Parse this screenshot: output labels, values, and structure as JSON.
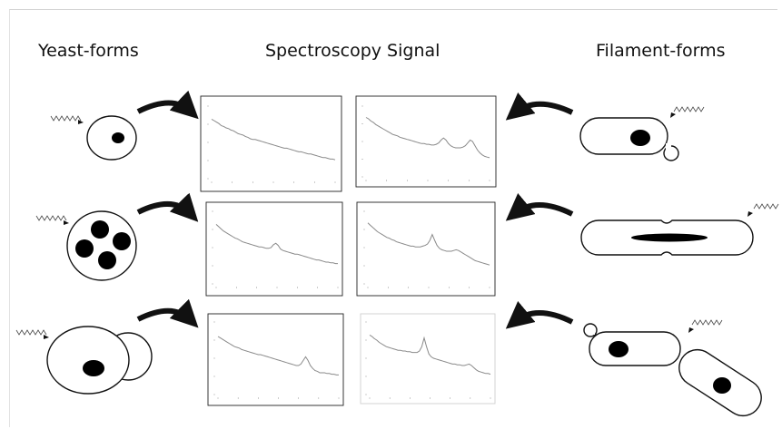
{
  "headings": {
    "yeast": "Yeast-forms",
    "spectroscopy": "Spectroscopy Signal",
    "filament": "Filament-forms"
  },
  "colors": {
    "ink": "#111111",
    "signal": "#8a8a8a",
    "frame": "#d4d4d4"
  },
  "icons": [
    "light-wave-icon",
    "curved-arrow-icon"
  ],
  "rows": [
    {
      "yeast_cell": "round-cell-with-single-nucleus",
      "filament_cell": "hyphal-cell-with-bud-and-nucleus",
      "spectrum_left": [
        0.82,
        0.8,
        0.78,
        0.76,
        0.73,
        0.72,
        0.7,
        0.69,
        0.67,
        0.66,
        0.64,
        0.62,
        0.61,
        0.6,
        0.58,
        0.57,
        0.55,
        0.54,
        0.54,
        0.53,
        0.52,
        0.51,
        0.5,
        0.49,
        0.48,
        0.47,
        0.46,
        0.45,
        0.44,
        0.43,
        0.42,
        0.42,
        0.41,
        0.4,
        0.39,
        0.38,
        0.37,
        0.37,
        0.36,
        0.35,
        0.34,
        0.34,
        0.33,
        0.32,
        0.31,
        0.3,
        0.29,
        0.29,
        0.28,
        0.27,
        0.27,
        0.26
      ],
      "spectrum_right": [
        0.84,
        0.82,
        0.79,
        0.77,
        0.74,
        0.72,
        0.7,
        0.68,
        0.66,
        0.64,
        0.62,
        0.6,
        0.59,
        0.58,
        0.56,
        0.55,
        0.54,
        0.53,
        0.52,
        0.51,
        0.5,
        0.49,
        0.48,
        0.47,
        0.47,
        0.46,
        0.46,
        0.45,
        0.45,
        0.46,
        0.48,
        0.52,
        0.55,
        0.52,
        0.47,
        0.44,
        0.42,
        0.41,
        0.41,
        0.41,
        0.42,
        0.44,
        0.48,
        0.52,
        0.5,
        0.44,
        0.38,
        0.34,
        0.31,
        0.29,
        0.28,
        0.27
      ]
    },
    {
      "yeast_cell": "round-cell-with-four-nuclei",
      "filament_cell": "elongated-cell-with-septum-and-long-nucleus",
      "spectrum_left": [
        0.82,
        0.79,
        0.76,
        0.73,
        0.71,
        0.69,
        0.67,
        0.65,
        0.63,
        0.62,
        0.6,
        0.58,
        0.57,
        0.56,
        0.55,
        0.54,
        0.53,
        0.52,
        0.51,
        0.51,
        0.5,
        0.49,
        0.49,
        0.5,
        0.54,
        0.56,
        0.53,
        0.48,
        0.46,
        0.45,
        0.44,
        0.43,
        0.42,
        0.41,
        0.41,
        0.4,
        0.39,
        0.38,
        0.37,
        0.36,
        0.35,
        0.34,
        0.33,
        0.33,
        0.32,
        0.31,
        0.3,
        0.3,
        0.29,
        0.29,
        0.28,
        0.28
      ],
      "spectrum_right": [
        0.84,
        0.81,
        0.78,
        0.75,
        0.72,
        0.7,
        0.68,
        0.66,
        0.64,
        0.63,
        0.61,
        0.6,
        0.58,
        0.57,
        0.56,
        0.55,
        0.54,
        0.53,
        0.52,
        0.52,
        0.51,
        0.51,
        0.51,
        0.52,
        0.53,
        0.55,
        0.6,
        0.68,
        0.6,
        0.53,
        0.49,
        0.47,
        0.46,
        0.45,
        0.45,
        0.45,
        0.46,
        0.47,
        0.46,
        0.44,
        0.42,
        0.4,
        0.38,
        0.36,
        0.34,
        0.32,
        0.31,
        0.3,
        0.29,
        0.28,
        0.27,
        0.26
      ]
    },
    {
      "yeast_cell": "budding-cell-with-nucleus",
      "filament_cell": "branched-hyphae-with-nuclei",
      "spectrum_left": [
        0.8,
        0.78,
        0.76,
        0.74,
        0.72,
        0.7,
        0.68,
        0.66,
        0.65,
        0.64,
        0.62,
        0.61,
        0.6,
        0.59,
        0.58,
        0.57,
        0.56,
        0.55,
        0.55,
        0.54,
        0.53,
        0.52,
        0.51,
        0.5,
        0.49,
        0.48,
        0.47,
        0.46,
        0.45,
        0.44,
        0.43,
        0.42,
        0.41,
        0.4,
        0.4,
        0.42,
        0.47,
        0.52,
        0.47,
        0.4,
        0.36,
        0.33,
        0.32,
        0.3,
        0.3,
        0.3,
        0.29,
        0.29,
        0.28,
        0.28,
        0.27,
        0.27
      ],
      "spectrum_right": [
        0.82,
        0.8,
        0.77,
        0.75,
        0.72,
        0.7,
        0.68,
        0.66,
        0.65,
        0.64,
        0.63,
        0.62,
        0.61,
        0.61,
        0.6,
        0.6,
        0.59,
        0.59,
        0.58,
        0.58,
        0.58,
        0.6,
        0.66,
        0.78,
        0.66,
        0.56,
        0.52,
        0.5,
        0.49,
        0.48,
        0.47,
        0.46,
        0.45,
        0.44,
        0.43,
        0.42,
        0.42,
        0.41,
        0.41,
        0.4,
        0.4,
        0.41,
        0.42,
        0.4,
        0.37,
        0.34,
        0.32,
        0.31,
        0.3,
        0.29,
        0.29,
        0.28
      ]
    }
  ]
}
